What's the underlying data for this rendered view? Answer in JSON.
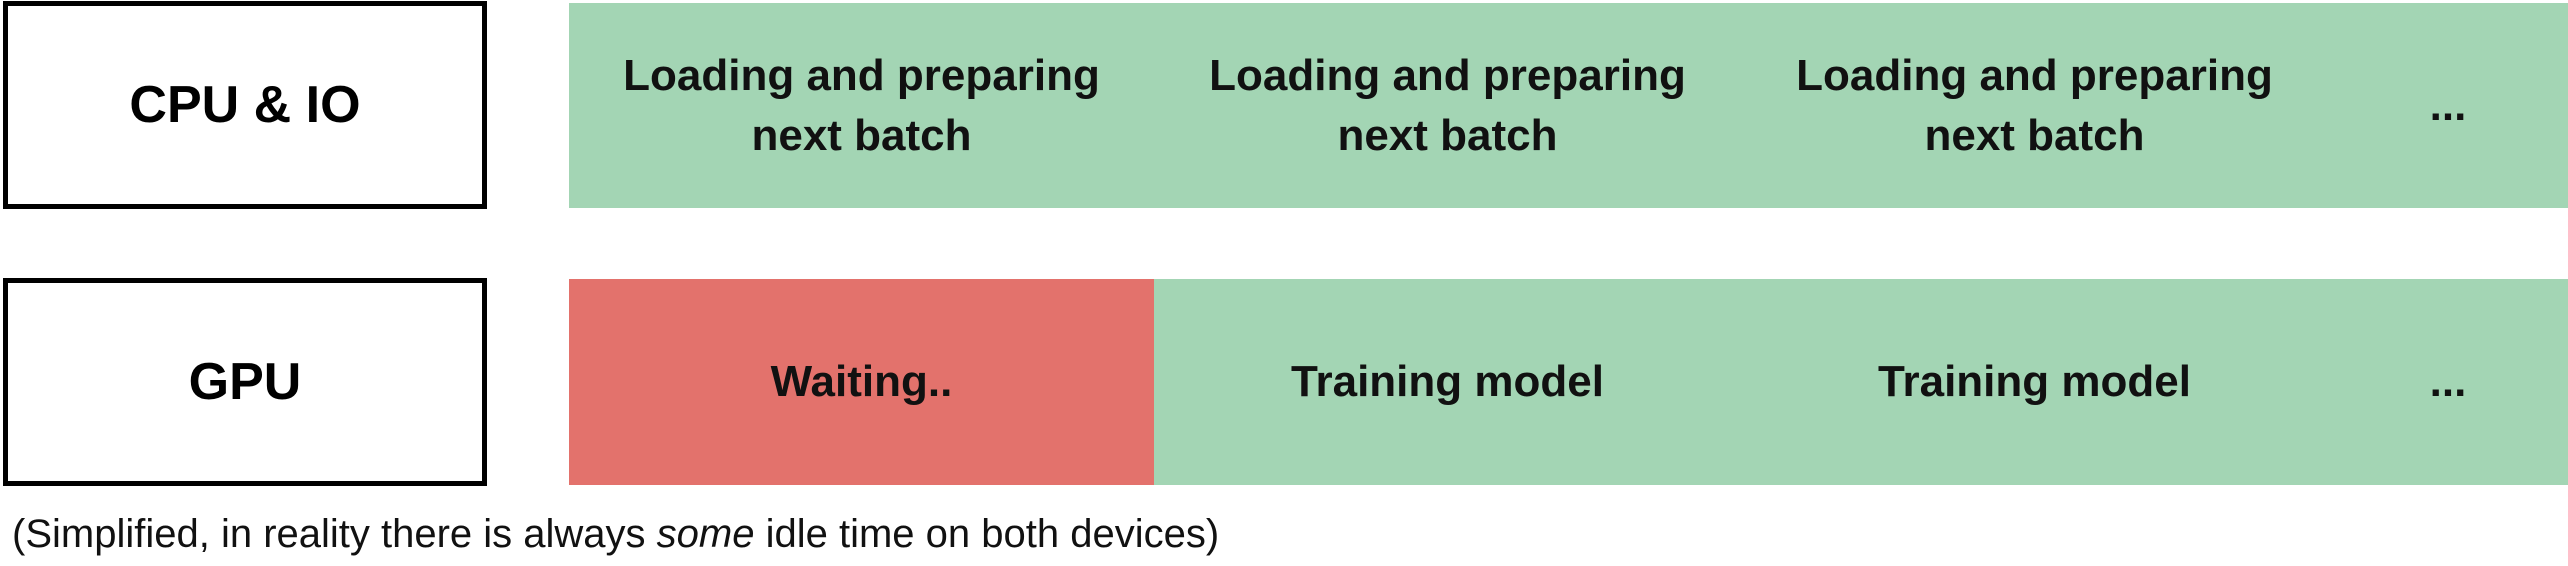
{
  "colors": {
    "busy": "#a3d5b4",
    "idle": "#e3726c",
    "border": "#000000"
  },
  "rows": {
    "cpu": {
      "label": "CPU & IO",
      "segments": [
        {
          "text": "Loading and preparing next batch",
          "state": "busy"
        },
        {
          "text": "Loading and preparing next batch",
          "state": "busy"
        },
        {
          "text": "Loading and preparing next batch",
          "state": "busy"
        },
        {
          "text": "...",
          "state": "busy"
        }
      ]
    },
    "gpu": {
      "label": "GPU",
      "segments": [
        {
          "text": "Waiting..",
          "state": "idle"
        },
        {
          "text": "Training model",
          "state": "busy"
        },
        {
          "text": "Training model",
          "state": "busy"
        },
        {
          "text": "...",
          "state": "busy"
        }
      ]
    }
  },
  "caption": {
    "before": "(Simplified, in reality there is always ",
    "emphasis": "some",
    "after": " idle time on both devices)"
  }
}
